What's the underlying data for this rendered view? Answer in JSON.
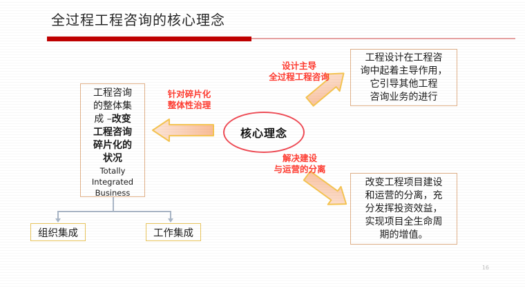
{
  "slide": {
    "title": "全过程工程咨询的核心理念",
    "page_number": "16",
    "accent_color": "#c00000",
    "accent_light_color": "#e8a0a0",
    "red_label_color": "#ff3b30",
    "box_border_color": "#e0b088",
    "bottom_box_border_color": "#e8c45c",
    "connector_color": "#a9b6c6",
    "ellipse_border_color": "#ef4b55",
    "arrow_fill_start": "#fbd9c4",
    "arrow_fill_end": "#f9bfa0",
    "arrow_border_color": "#f0c040"
  },
  "center": {
    "label": "核心理念"
  },
  "left_box": {
    "lines_serif": [
      "工程咨询",
      "的整体集"
    ],
    "line_mixed_prefix": "成 –",
    "line_mixed_bold": "改变",
    "lines_bold": [
      "工程咨询",
      "碎片化的",
      "状况"
    ],
    "lines_english": [
      "Totally",
      "Integrated",
      "Business"
    ]
  },
  "labels": {
    "left": [
      "针对碎片化",
      "整体性治理"
    ],
    "top": [
      "设计主导",
      "全过程工程咨询"
    ],
    "bottom": [
      "解决建设",
      "与运营的分离"
    ]
  },
  "top_right_box": {
    "lines": [
      "工程设计在工程咨",
      "询中起着主导作用，",
      "它引导其他工程",
      "咨询业务的进行"
    ]
  },
  "bottom_right_box": {
    "lines": [
      "改变工程项目建设",
      "和运营的分离，充",
      "分发挥投资效益，",
      "实现项目全生命周",
      "期的增值。"
    ]
  },
  "bottom_boxes": [
    {
      "label": "组织集成"
    },
    {
      "label": "工作集成"
    }
  ]
}
